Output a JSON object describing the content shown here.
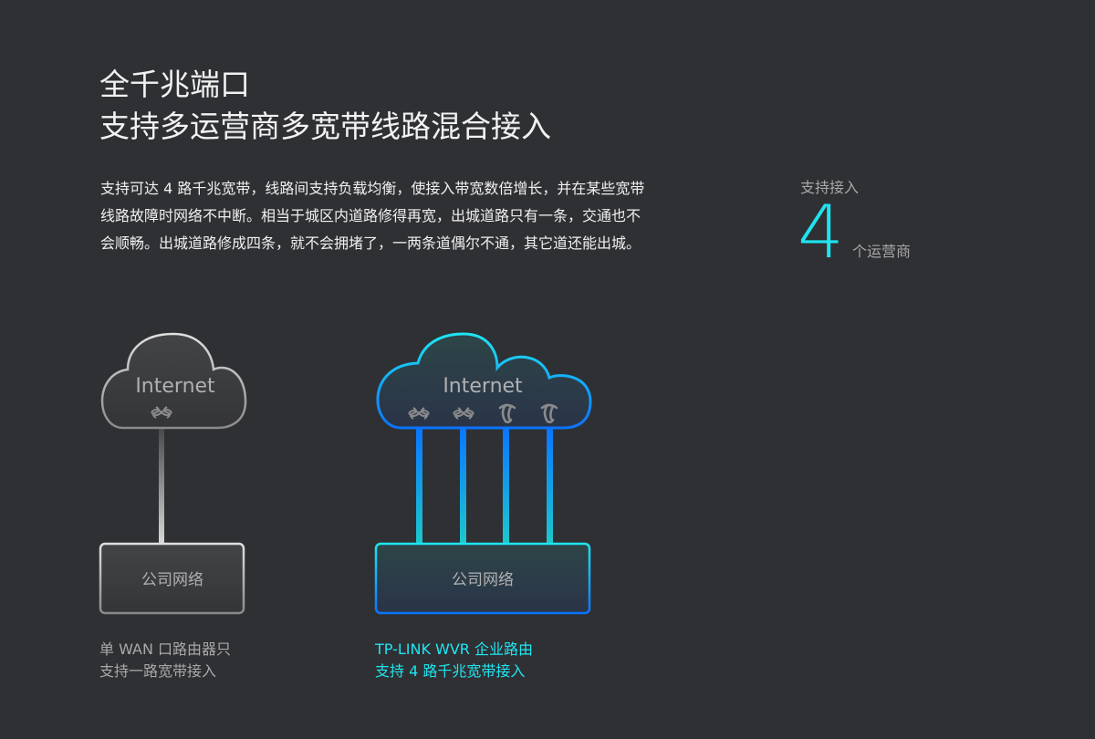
{
  "header": {
    "title_line1": "全千兆端口",
    "title_line2": "支持多运营商多宽带线路混合接入"
  },
  "description": "支持可达 4 路千兆宽带，线路间支持负载均衡，使接入带宽数倍增长，并在某些宽带线路故障时网络不中断。相当于城区内道路修得再宽，出城道路只有一条，交通也不会顺畅。出城道路修成四条，就不会拥堵了，一两条道偶尔不通，其它道还能出城。",
  "stat": {
    "label": "支持接入",
    "value": "4",
    "unit": "个运营商"
  },
  "diagram_left": {
    "cloud_label": "Internet",
    "icons": [
      "china-unicom-icon"
    ],
    "box_label": "公司网络",
    "caption_line1": "单 WAN 口路由器只",
    "caption_line2": "支持一路宽带接入"
  },
  "diagram_right": {
    "cloud_label": "Internet",
    "icons": [
      "china-unicom-icon",
      "china-unicom-icon",
      "china-telecom-icon",
      "china-telecom-icon"
    ],
    "box_label": "公司网络",
    "caption_line1": "TP-LINK WVR 企业路由",
    "caption_line2": "支持 4 路千兆宽带接入"
  },
  "colors": {
    "background": "#2f3033",
    "accent_cyan": "#1ee6f2",
    "accent_blue": "#0a78ff"
  }
}
